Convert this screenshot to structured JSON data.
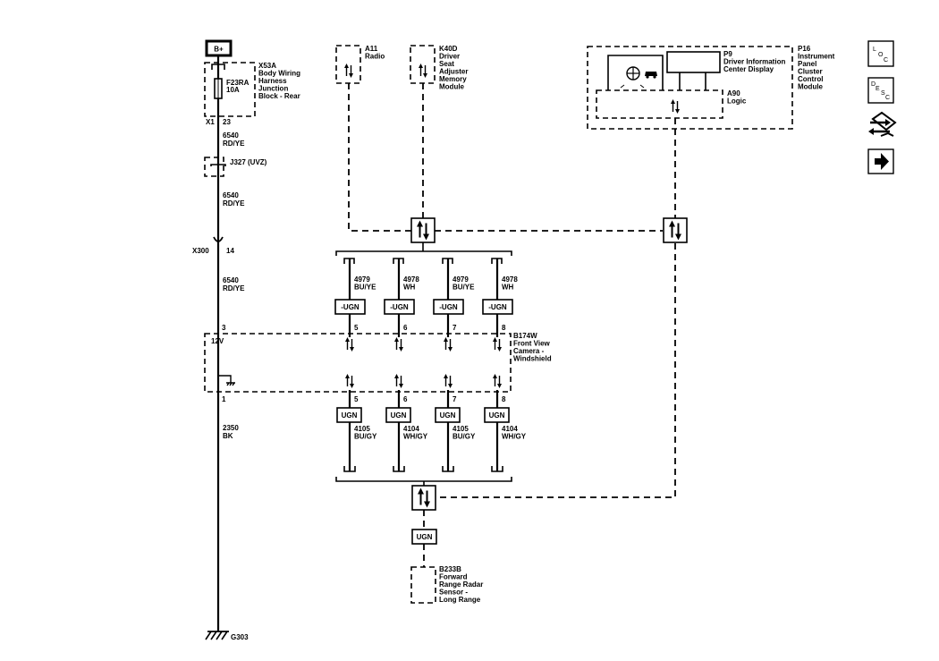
{
  "power": {
    "label": "B+"
  },
  "x53a": {
    "lines": [
      "X53A",
      "Body Wiring",
      "Harness",
      "Junction",
      "Block - Rear"
    ]
  },
  "fuse": {
    "lines": [
      "F23RA",
      "10A"
    ]
  },
  "x1_connector": {
    "name": "X1",
    "pin": "23"
  },
  "wire_top": {
    "lines": [
      "6540",
      "RD/YE"
    ]
  },
  "j327": {
    "label": "J327 (UVZ)"
  },
  "wire_mid": {
    "lines": [
      "6540",
      "RD/YE"
    ]
  },
  "x300": {
    "name": "X300",
    "pin": "14"
  },
  "wire_low": {
    "lines": [
      "6540",
      "RD/YE"
    ]
  },
  "b174w": {
    "lines": [
      "B174W",
      "Front View",
      "Camera -",
      "Windshield"
    ],
    "pin_power": "3",
    "power_label": "12V",
    "pin_ground": "1"
  },
  "ground_wire": {
    "lines": [
      "2350",
      "BK"
    ]
  },
  "ground": {
    "label": "G303"
  },
  "a11": {
    "lines": [
      "A11",
      "Radio"
    ]
  },
  "k40d": {
    "lines": [
      "K40D",
      "Driver",
      "Seat",
      "Adjuster",
      "Memory",
      "Module"
    ]
  },
  "p16": {
    "lines": [
      "P16",
      "Instrument",
      "Panel",
      "Cluster",
      "Control",
      "Module"
    ]
  },
  "p9": {
    "lines": [
      "P9",
      "Driver Information",
      "Center Display"
    ]
  },
  "a90": {
    "lines": [
      "A90",
      "Logic"
    ]
  },
  "upper_wires": [
    {
      "circuit": "4979",
      "color": "BU/YE",
      "option": "-UGN",
      "pin": "5"
    },
    {
      "circuit": "4978",
      "color": "WH",
      "option": "-UGN",
      "pin": "6"
    },
    {
      "circuit": "4979",
      "color": "BU/YE",
      "option": "-UGN",
      "pin": "7"
    },
    {
      "circuit": "4978",
      "color": "WH",
      "option": "-UGN",
      "pin": "8"
    }
  ],
  "lower_wires": [
    {
      "circuit": "4105",
      "color": "BU/GY",
      "option": "UGN",
      "pin": "5"
    },
    {
      "circuit": "4104",
      "color": "WH/GY",
      "option": "UGN",
      "pin": "6"
    },
    {
      "circuit": "4105",
      "color": "BU/GY",
      "option": "UGN",
      "pin": "7"
    },
    {
      "circuit": "4104",
      "color": "WH/GY",
      "option": "UGN",
      "pin": "8"
    }
  ],
  "radar_option": {
    "label": "UGN"
  },
  "b233b": {
    "lines": [
      "B233B",
      "Forward",
      "Range Radar",
      "Sensor -",
      "Long Range"
    ]
  },
  "nav": {
    "loc": {
      "l1": "L",
      "l2": "O",
      "l3": "C"
    },
    "desc": {
      "l1": "D",
      "l2": "E",
      "l3": "S",
      "l4": "C"
    },
    "connector_icon": "connector-end-view-icon",
    "next_icon": "right-arrow-icon"
  }
}
